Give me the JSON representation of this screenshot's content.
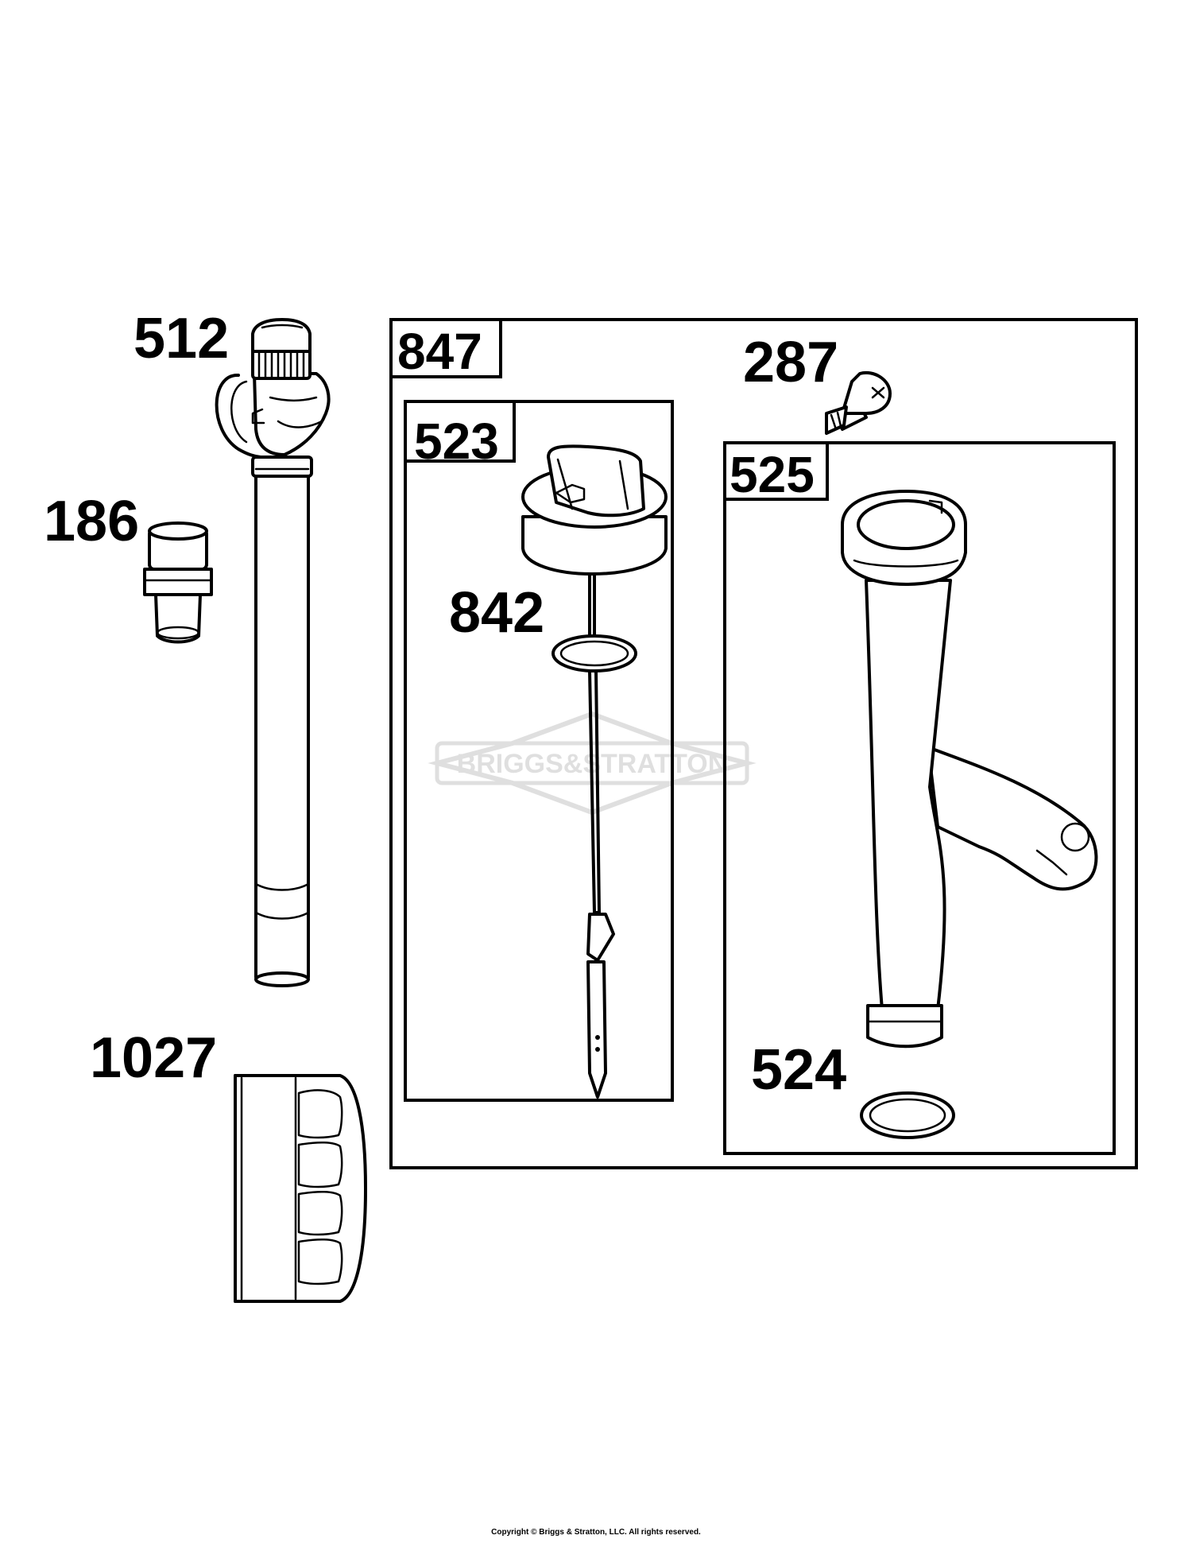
{
  "labels": {
    "p512": "512",
    "p186": "186",
    "p1027": "1027",
    "p847": "847",
    "p523": "523",
    "p842": "842",
    "p287": "287",
    "p525": "525",
    "p524": "524"
  },
  "watermark": "BRIGGS&STRATTON",
  "copyright": "Copyright © Briggs & Stratton, LLC. All rights reserved."
}
